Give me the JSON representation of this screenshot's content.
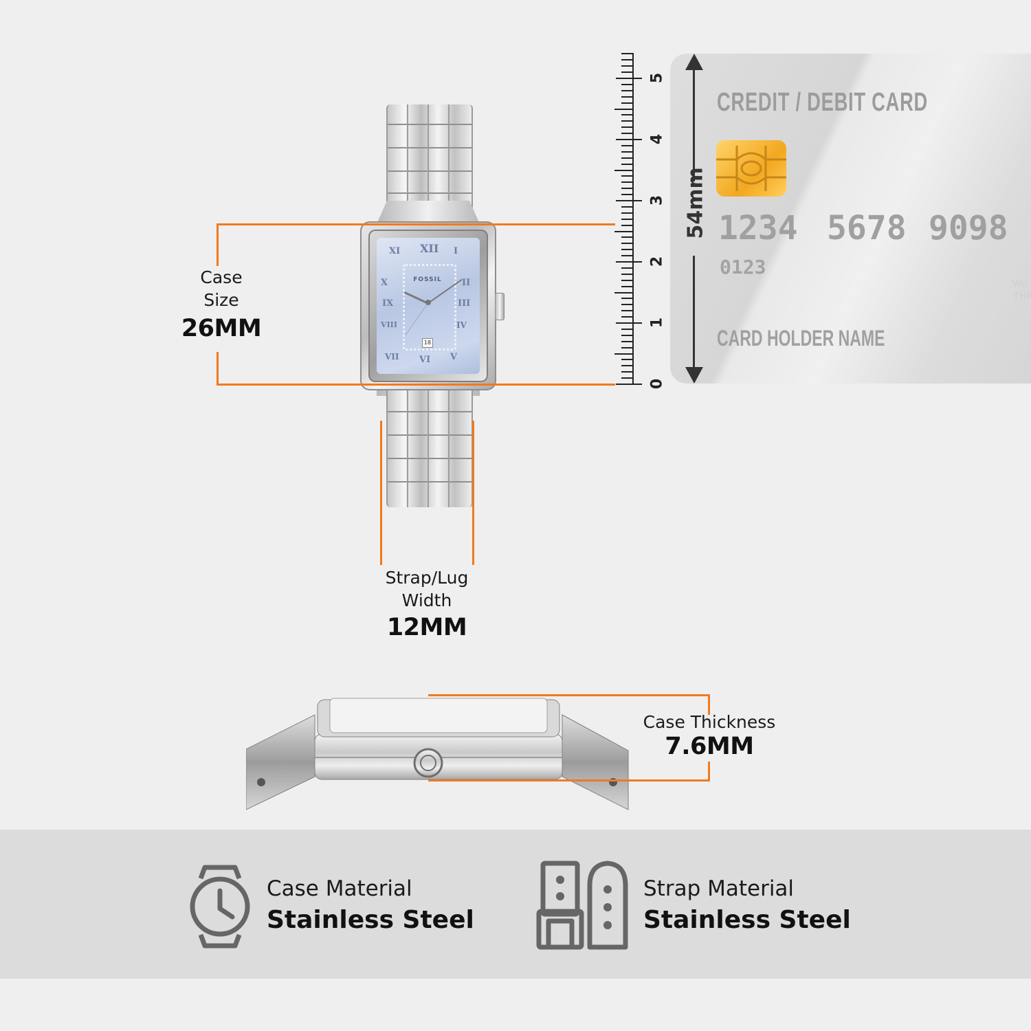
{
  "case_size": {
    "label_line1": "Case",
    "label_line2": "Size",
    "value": "26MM"
  },
  "strap_lug": {
    "label_line1": "Strap/Lug",
    "label_line2": "Width",
    "value": "12MM"
  },
  "case_thickness": {
    "label": "Case Thickness",
    "value": "7.6MM"
  },
  "watch": {
    "brand": "FOSSIL",
    "date": "18",
    "numerals": [
      "XII",
      "I",
      "II",
      "III",
      "IV",
      "V",
      "VI",
      "VII",
      "VIII",
      "IX",
      "X",
      "XI"
    ]
  },
  "ruler": {
    "numbers": [
      "0",
      "1",
      "2",
      "3",
      "4",
      "5"
    ]
  },
  "card": {
    "title": "CREDIT / DEBIT CARD",
    "number_groups": [
      "1234",
      "5678",
      "9098"
    ],
    "small_number": "0123",
    "holder": "CARD HOLDER NAME",
    "height_label": "54mm",
    "fade_lines": [
      "VAL",
      "THR"
    ]
  },
  "materials": {
    "case": {
      "label": "Case Material",
      "value": "Stainless Steel",
      "icon": "watch-case-icon"
    },
    "strap": {
      "label": "Strap Material",
      "value": "Stainless Steel",
      "icon": "strap-icon"
    }
  },
  "colors": {
    "accent": "#f07a1e",
    "background": "#efefef",
    "band": "#dcdcdc",
    "chip": "#f2a81f"
  }
}
